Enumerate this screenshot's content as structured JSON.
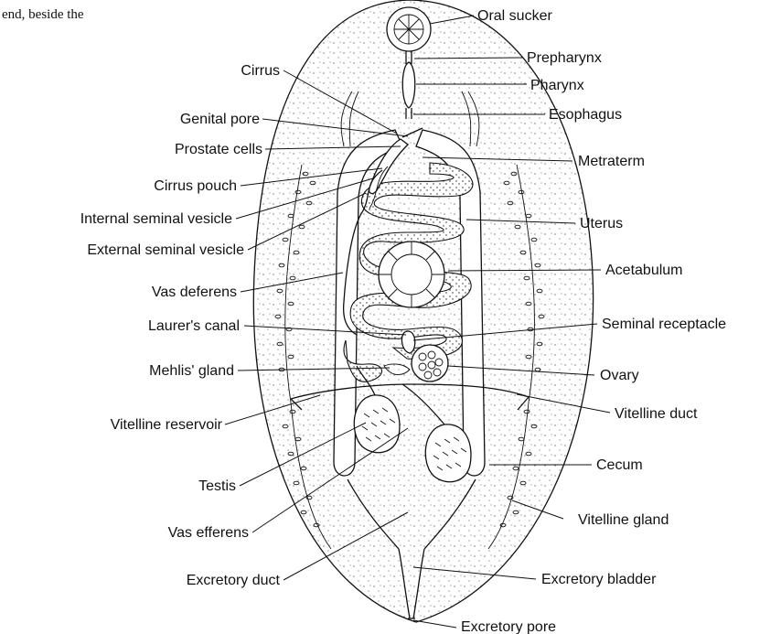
{
  "caption_fragment": "end, beside the",
  "labels_right": [
    {
      "key": "oral-sucker",
      "text": "Oral sucker"
    },
    {
      "key": "prepharynx",
      "text": "Prepharynx"
    },
    {
      "key": "pharynx",
      "text": "Pharynx"
    },
    {
      "key": "esophagus",
      "text": "Esophagus"
    },
    {
      "key": "metraterm",
      "text": "Metraterm"
    },
    {
      "key": "uterus",
      "text": "Uterus"
    },
    {
      "key": "acetabulum",
      "text": "Acetabulum"
    },
    {
      "key": "seminal-receptacle",
      "text": "Seminal receptacle"
    },
    {
      "key": "ovary",
      "text": "Ovary"
    },
    {
      "key": "vitelline-duct",
      "text": "Vitelline duct"
    },
    {
      "key": "cecum",
      "text": "Cecum"
    },
    {
      "key": "vitelline-gland",
      "text": "Vitelline gland"
    },
    {
      "key": "excretory-bladder",
      "text": "Excretory bladder"
    },
    {
      "key": "excretory-pore",
      "text": "Excretory pore"
    }
  ],
  "labels_left": [
    {
      "key": "cirrus",
      "text": "Cirrus"
    },
    {
      "key": "genital-pore",
      "text": "Genital pore"
    },
    {
      "key": "prostate-cells",
      "text": "Prostate cells"
    },
    {
      "key": "cirrus-pouch",
      "text": "Cirrus pouch"
    },
    {
      "key": "internal-seminal-vesicle",
      "text": "Internal seminal vesicle"
    },
    {
      "key": "external-seminal-vesicle",
      "text": "External seminal vesicle"
    },
    {
      "key": "vas-deferens",
      "text": "Vas deferens"
    },
    {
      "key": "laurers-canal",
      "text": "Laurer's canal"
    },
    {
      "key": "mehlis-gland",
      "text": "Mehlis' gland"
    },
    {
      "key": "vitelline-reservoir",
      "text": "Vitelline reservoir"
    },
    {
      "key": "testis",
      "text": "Testis"
    },
    {
      "key": "vas-efferens",
      "text": "Vas efferens"
    },
    {
      "key": "excretory-duct",
      "text": "Excretory duct"
    }
  ]
}
